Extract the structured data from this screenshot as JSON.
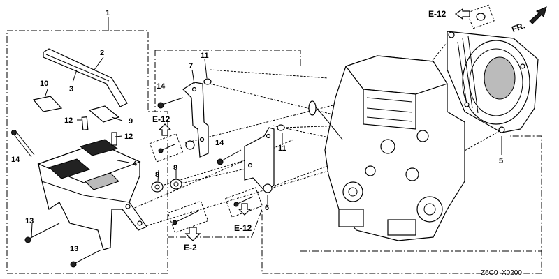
{
  "callouts": {
    "c1": "1",
    "c2": "2",
    "c3": "3",
    "c4": "4",
    "c5": "5",
    "c6": "6",
    "c7": "7",
    "c8a": "8",
    "c8b": "8",
    "c9": "9",
    "c10": "10",
    "c11a": "11",
    "c11b": "11",
    "c12a": "12",
    "c12b": "12",
    "c13a": "13",
    "c13b": "13",
    "c14a": "14",
    "c14b": "14",
    "c14c": "14"
  },
  "references": {
    "e12_top": "E-12",
    "e12_left": "E-12",
    "e12_mid": "E-12",
    "e2": "E-2"
  },
  "direction_label": "FR.",
  "diagram_code": "Z6C0–X0200"
}
